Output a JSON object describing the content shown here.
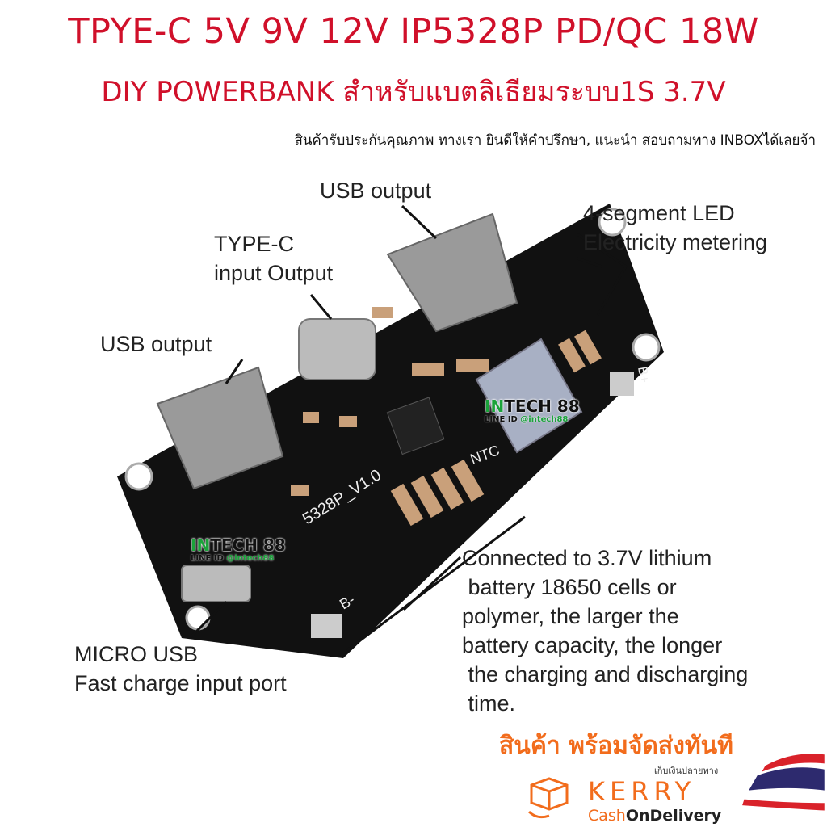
{
  "header": {
    "title_line1": "TPYE-C 5V 9V 12V IP5328P  PD/QC 18W",
    "title_line2": "DIY POWERBANK  สำหรับแบตลิเธียมระบบ1S 3.7V",
    "subtitle": "สินค้ารับประกันคุณภาพ ทางเรา ยินดีให้คำปรึกษา, แนะนำ สอบถามทาง INBOXได้เลยจ้า"
  },
  "annotations": {
    "usb_output_top": "USB output",
    "type_c": "TYPE-C\ninput Output",
    "usb_output_left": "USB output",
    "led": "4-segment LED\nElectricity metering",
    "micro_usb": "MICRO USB\nFast charge input port",
    "battery": "Connected to 3.7V lithium\n battery 18650 cells or\npolymer, the larger the\nbattery capacity, the longer\n the charging and discharging\n time."
  },
  "board": {
    "silkscreen_model": "5328P_V1.0",
    "silkscreen_ntc": "NTC",
    "silkscreen_bminus": "B-",
    "silkscreen_bplus": "B+"
  },
  "watermark": {
    "brand_in": "IN",
    "brand_rest": "TECH 88",
    "line_label": "LINE ID ",
    "line_id": "@intech88"
  },
  "promo": {
    "ready_to_ship": "สินค้า พร้อมจัดส่งทันที",
    "cod_thai": "เก็บเงินปลายทาง",
    "courier": "KERRY",
    "cod_a": "Cash",
    "cod_b": "OnDelivery"
  },
  "colors": {
    "title": "#d0102a",
    "promo": "#f26c1c",
    "board": "#111111",
    "watermark_green": "#1aa33a"
  }
}
